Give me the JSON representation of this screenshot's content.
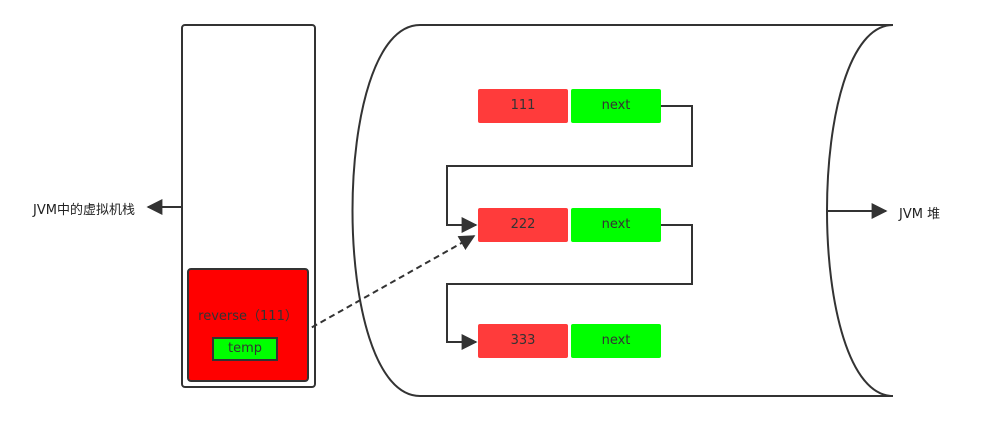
{
  "stack": {
    "label": "JVM中的虚拟机栈",
    "frame_label": "reverse（111）",
    "temp_label": "temp"
  },
  "heap": {
    "label": "JVM 堆",
    "nodes": [
      {
        "value": "111",
        "next_label": "next"
      },
      {
        "value": "222",
        "next_label": "next"
      },
      {
        "value": "333",
        "next_label": "next"
      }
    ]
  },
  "colors": {
    "value_cell": "#ff3b3b",
    "next_cell": "#00ff00",
    "frame": "#ff0000",
    "stroke": "#333333"
  }
}
